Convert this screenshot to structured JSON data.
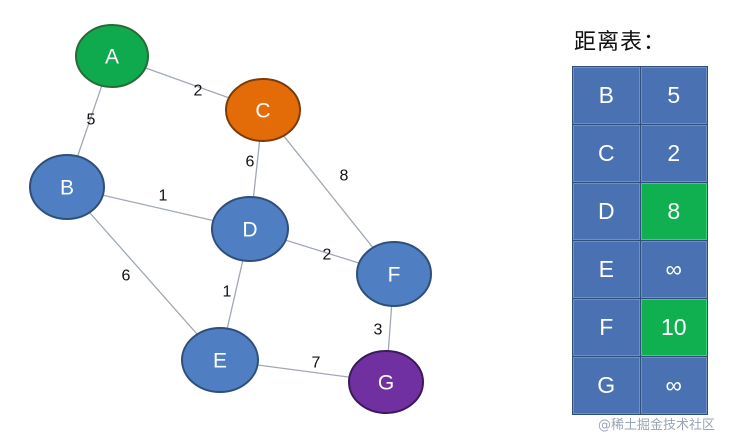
{
  "graph": {
    "nodes": [
      {
        "id": "A",
        "label": "A",
        "color": "#0faa4e",
        "stroke": "#2a6a3a"
      },
      {
        "id": "C",
        "label": "C",
        "color": "#e36c09",
        "stroke": "#7a3a0a"
      },
      {
        "id": "B",
        "label": "B",
        "color": "#4f7ec2",
        "stroke": "#2f4f7a"
      },
      {
        "id": "D",
        "label": "D",
        "color": "#4f7ec2",
        "stroke": "#2f4f7a"
      },
      {
        "id": "F",
        "label": "F",
        "color": "#4f7ec2",
        "stroke": "#2f4f7a"
      },
      {
        "id": "E",
        "label": "E",
        "color": "#4f7ec2",
        "stroke": "#2f4f7a"
      },
      {
        "id": "G",
        "label": "G",
        "color": "#7030a0",
        "stroke": "#3a1a5a"
      }
    ],
    "edges": [
      {
        "from": "A",
        "to": "C",
        "weight": "2"
      },
      {
        "from": "A",
        "to": "B",
        "weight": "5"
      },
      {
        "from": "C",
        "to": "D",
        "weight": "6"
      },
      {
        "from": "C",
        "to": "F",
        "weight": "8"
      },
      {
        "from": "B",
        "to": "D",
        "weight": "1"
      },
      {
        "from": "B",
        "to": "E",
        "weight": "6"
      },
      {
        "from": "D",
        "to": "F",
        "weight": "2"
      },
      {
        "from": "D",
        "to": "E",
        "weight": "1"
      },
      {
        "from": "F",
        "to": "G",
        "weight": "3"
      },
      {
        "from": "E",
        "to": "G",
        "weight": "7"
      }
    ],
    "edge_color": "#a0a8b4"
  },
  "distance_table": {
    "title": "距离表：",
    "rows": [
      {
        "node": "B",
        "distance": "5",
        "highlight": false
      },
      {
        "node": "C",
        "distance": "2",
        "highlight": false
      },
      {
        "node": "D",
        "distance": "8",
        "highlight": true
      },
      {
        "node": "E",
        "distance": "∞",
        "highlight": false
      },
      {
        "node": "F",
        "distance": "10",
        "highlight": true
      },
      {
        "node": "G",
        "distance": "∞",
        "highlight": false
      }
    ],
    "cell_color": "#4a72b2",
    "highlight_color": "#10b050"
  },
  "watermark": "@稀土掘金技术社区"
}
